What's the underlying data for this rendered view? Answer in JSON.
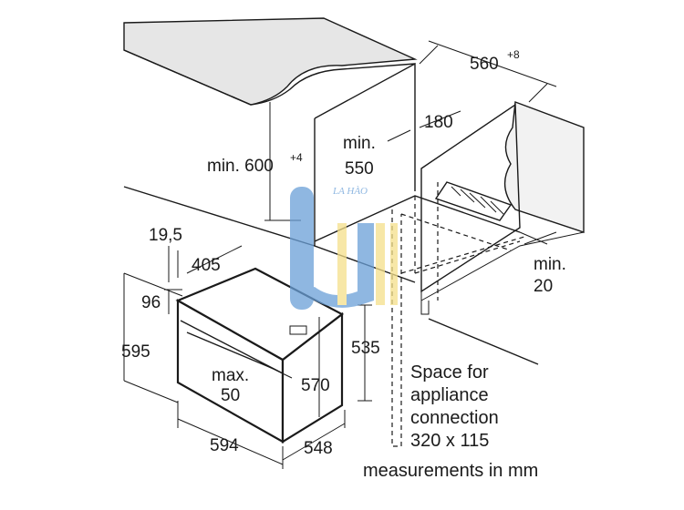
{
  "dimensions": {
    "niche_depth": "560",
    "niche_depth_tol": "+8",
    "niche_height": "min. 600",
    "niche_height_tol": "+4",
    "niche_depth_min_l1": "min.",
    "niche_depth_min_l2": "550",
    "cutout_width": "180",
    "side_gap_l1": "min.",
    "side_gap_l2": "20",
    "panel_thickness": "19,5",
    "top_offset": "405",
    "front_height": "96",
    "oven_height": "595",
    "door_gap_l1": "max.",
    "door_gap_l2": "50",
    "inner_height": "570",
    "side_height": "535",
    "oven_width": "594",
    "oven_depth": "548"
  },
  "notes": {
    "connection_l1": "Space for",
    "connection_l2": "appliance",
    "connection_l3": "connection",
    "connection_l4": "320 x 115",
    "units": "measurements in mm"
  },
  "watermark": "LA HÀO",
  "colors": {
    "line": "#1a1a1a",
    "panel": "#e6e6e6",
    "watermark_blue": "#6aa0d8",
    "watermark_yellow": "#f5e08a"
  }
}
